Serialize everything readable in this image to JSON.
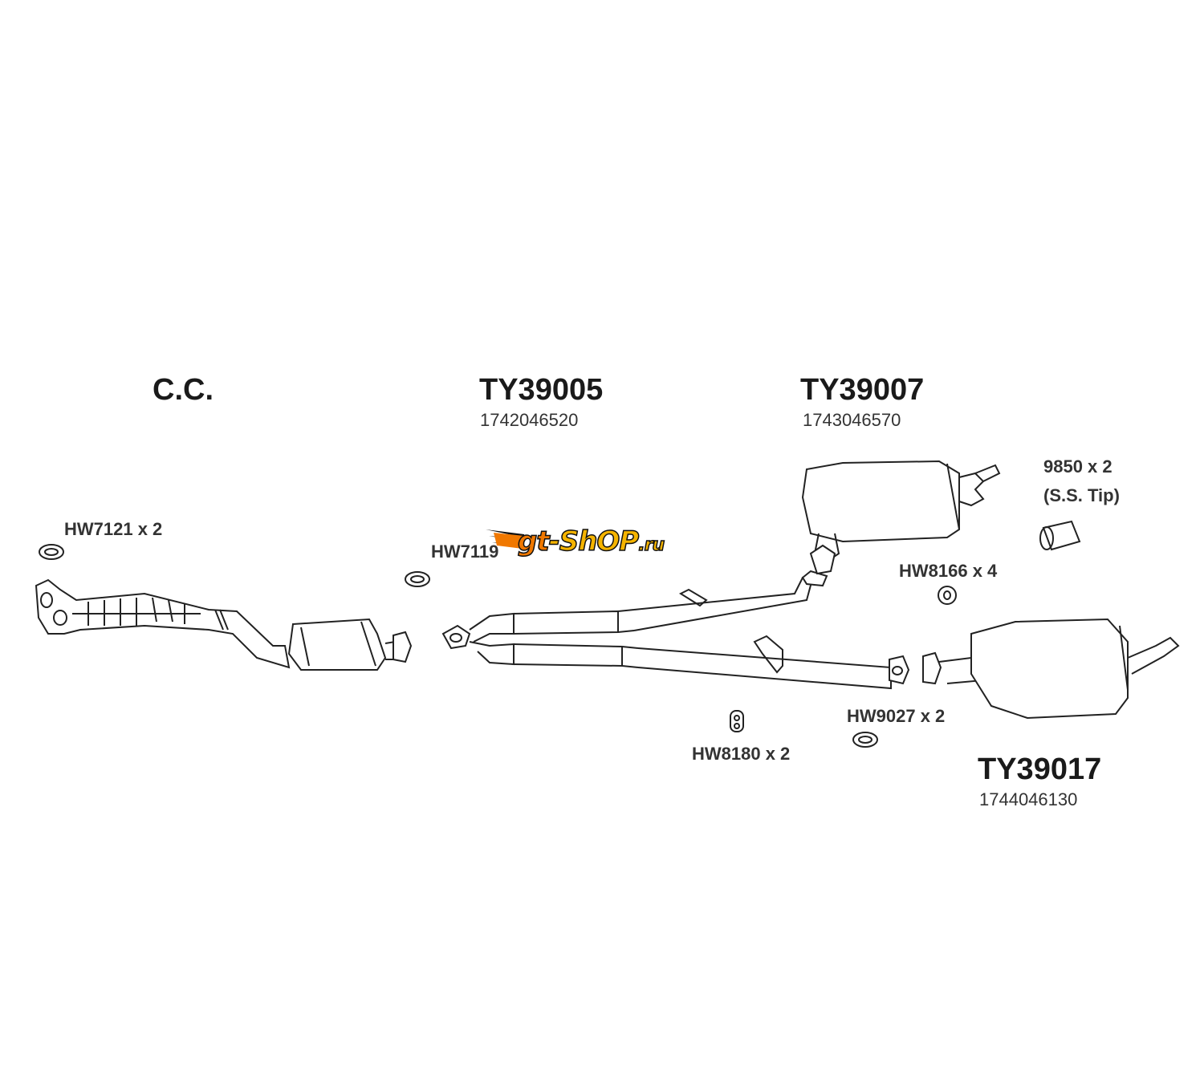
{
  "parts": {
    "cc": {
      "code": "C.C."
    },
    "front_pipe": {
      "code": "TY39005",
      "oem": "1742046520"
    },
    "center_muffler": {
      "code": "TY39007",
      "oem": "1743046570"
    },
    "rear_muffler": {
      "code": "TY39017",
      "oem": "1744046130"
    }
  },
  "hardware": {
    "hw7121": "HW7121 x 2",
    "hw7119": "HW7119",
    "hw8166": "HW8166 x 4",
    "hw9027": "HW9027 x 2",
    "hw8180": "HW8180 x 2",
    "tip_qty": "9850 x 2",
    "tip_desc": "(S.S. Tip)"
  },
  "watermark": {
    "text_gt": "gt",
    "text_shop": "-ShOP",
    "text_ru": ".ru",
    "colors": {
      "orange": "#f07800",
      "yellow": "#f5b400"
    }
  }
}
